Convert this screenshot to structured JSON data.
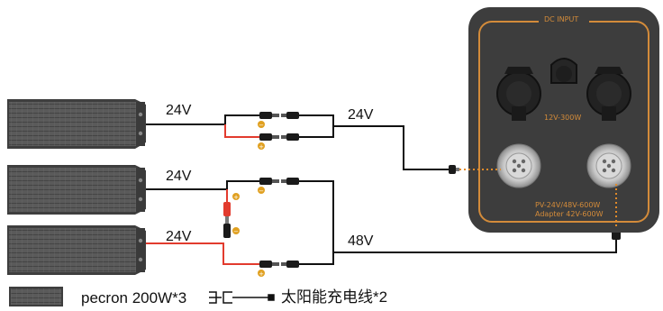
{
  "voltage_labels": {
    "top_panel": "24V",
    "top_output": "24V",
    "middle_panel": "24V",
    "bottom_panel": "24V",
    "bottom_output": "48V"
  },
  "power_station": {
    "header": "DC INPUT",
    "port_rating": "12V-300W",
    "aviation_rating_line1": "PV-24V/48V-600W",
    "aviation_rating_line2": "Adapter  42V-600W"
  },
  "legend": {
    "panel_text": "pecron 200W*3",
    "cable_text": "太阳能充电线*2"
  },
  "colors": {
    "panel": "#4a4a4a",
    "wire_black": "#111111",
    "wire_red": "#e23b2e",
    "station_body": "#3d3d3d",
    "station_accent": "#d38b3a",
    "positive_marker": "#e0a020",
    "negative_marker": "#e0a020"
  }
}
